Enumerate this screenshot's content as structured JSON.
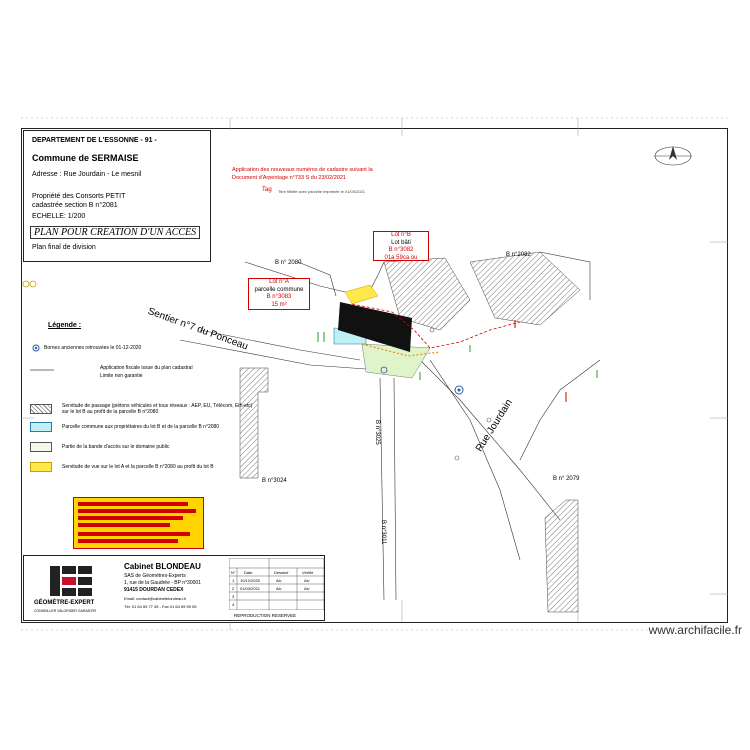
{
  "title_block": {
    "departement": "DEPARTEMENT DE L'ESSONNE - 91 -",
    "commune": "Commune de SERMAISE",
    "adresse": "Adresse : Rue Jourdain - Le mesnil",
    "propriete": "Propriété des Consorts PETIT",
    "cadastre": "cadastrée section B n°2081",
    "echelle": "ECHELLE: 1/200",
    "plan_title": "PLAN POUR CREATION D'UN ACCES",
    "plan_subtitle": "Plan final de division"
  },
  "notes": {
    "application_line1": "Application des nouveaux numéros de cadastre suivant la",
    "application_line2": "Document d'Arpentage n°733 S du 23/02/2021",
    "tag_label": "Tag",
    "tag_text": "Titre fillette avec parcelle imprimée le 01/03/2021"
  },
  "parcels": {
    "b2080": "B n° 2080",
    "b2082": "B n°2082",
    "b3024": "B n°3024",
    "b2079": "B n° 2079",
    "b3025": "B n°3025",
    "b3011": "B n°3011"
  },
  "streets": {
    "sentier": "Sentier n°7 du Ponceau",
    "rue": "Rue Jourdain"
  },
  "lots": {
    "lot_b": {
      "name": "Lot n°B",
      "sub": "Lot bâti",
      "ref": "B n°3082",
      "area": "01a 59ca ou"
    },
    "lot_a": {
      "name": "Lot n°A",
      "sub": "parcelle commune",
      "ref": "B n°3083",
      "area": "15 m²"
    }
  },
  "legend": {
    "title": "Légende :",
    "bornes": "Bornes anciennes retrouvées le 01-12-2020",
    "application": "Application fiscale issue du plan cadastral",
    "limite": "Limite non garantie",
    "servitude1": "Servitude de passage (piétons véhicules et tous réseaux : AEP, EU, Télécom, Eth-etc)",
    "servitude1b": "sur le lot B au profit de la parcelle B n°2080",
    "parcelle_commune": "Parcelle commune aux propriétaires du lot B et de la parcelle B n°2080",
    "partie_bande": "Partie de la bande d'accès sur le domaine public",
    "servitude_vue": "Servitude de vue sur le lot A et la parcelle B n°2080 au profit du lot B"
  },
  "cartouche": {
    "logo_text": "GÉOMÈTRE-EXPERT",
    "logo_sub": "CONSEILLER VALORISER GARANTIR",
    "cabinet": "Cabinet BLONDEAU",
    "sas": "SAS de Géomètres-Experts",
    "address1": "1, rue de la Gaudrée - BP n°30001",
    "address2": "91415 DOURDAN CEDEX",
    "email": "Email: contact@cabinetblondeau.fr",
    "tel": "Tél: 01 64 59 77 45 - Fax 01 64 59 59 05",
    "reproduction": "REPRODUCTION RESERVEE",
    "table_headers": [
      "N°",
      "Date",
      "Dessiné",
      "Vérifié"
    ],
    "table_rows": [
      [
        "1",
        "10/12/2020",
        "Alc",
        "Alc"
      ],
      [
        "2",
        "01/03/2021",
        "Alc",
        "Alc"
      ],
      [
        "3",
        "",
        "",
        ""
      ],
      [
        "4",
        "",
        "",
        ""
      ]
    ]
  },
  "watermark": "www.archifacile.fr",
  "colors": {
    "red": "#d00000",
    "yellow": "#ffe84a",
    "cyan": "#bff0f6",
    "light_green": "#dff4c8",
    "hatch": "#555555"
  }
}
